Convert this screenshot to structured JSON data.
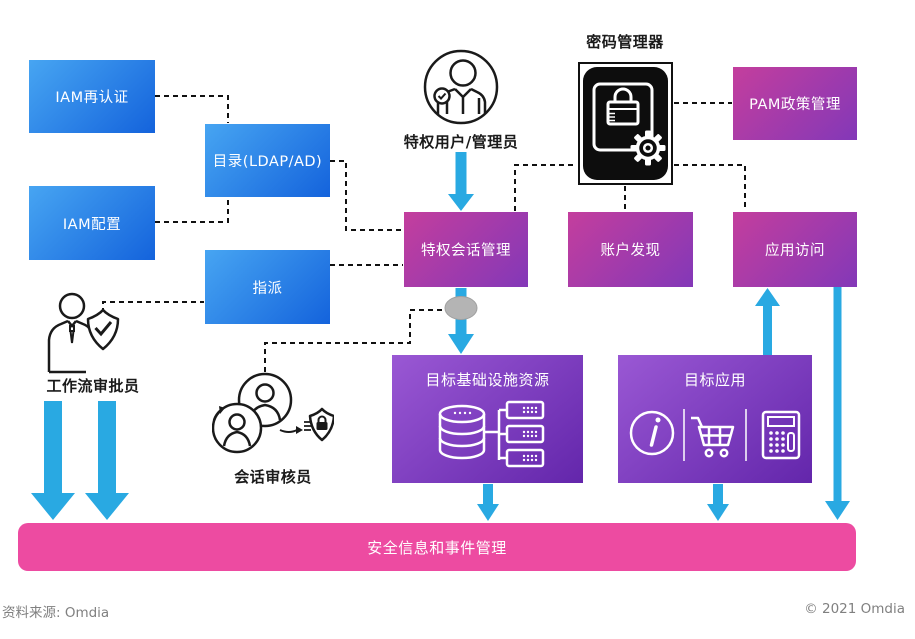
{
  "nodes": {
    "iam_reauth": "IAM再认证",
    "iam_config": "IAM配置",
    "directory": "目录(LDAP/AD)",
    "assign": "指派",
    "pam_policy": "PAM政策管理",
    "priv_session": "特权会话管理",
    "account_discovery": "账户发现",
    "app_access": "应用访问",
    "target_infra": "目标基础设施资源",
    "target_app": "目标应用",
    "siem": "安全信息和事件管理"
  },
  "actors": {
    "privileged_user": "特权用户/管理员",
    "password_manager": "密码管理器",
    "workflow_approver": "工作流审批员",
    "session_auditor": "会话审核员"
  },
  "footer": {
    "source": "资料来源: Omdia",
    "copyright": "© 2021 Omdia"
  },
  "icons": {
    "privileged_user": "person-in-circle-with-badge",
    "password_manager": "padlock-with-gear",
    "workflow_approver": "person-with-shield-check",
    "session_auditor": "two-people-arrow-shield-lock",
    "target_infra": "database-and-servers",
    "target_app_left": "info-circle",
    "target_app_middle": "shopping-cart",
    "target_app_right": "calculator",
    "flow_connector": "gray-ellipse-dot"
  },
  "colors": {
    "blue_node_start": "#47a5f2",
    "blue_node_end": "#1463dc",
    "row_node_start": "#c43e9d",
    "row_node_end": "#8338b8",
    "big_node_start": "#9a58d4",
    "big_node_end": "#6326ab",
    "siem_pink": "#ed4ba1",
    "arrow_blue": "#29a9e2",
    "connector_black": "#111111",
    "ellipse_gray": "#b4b4b4"
  }
}
